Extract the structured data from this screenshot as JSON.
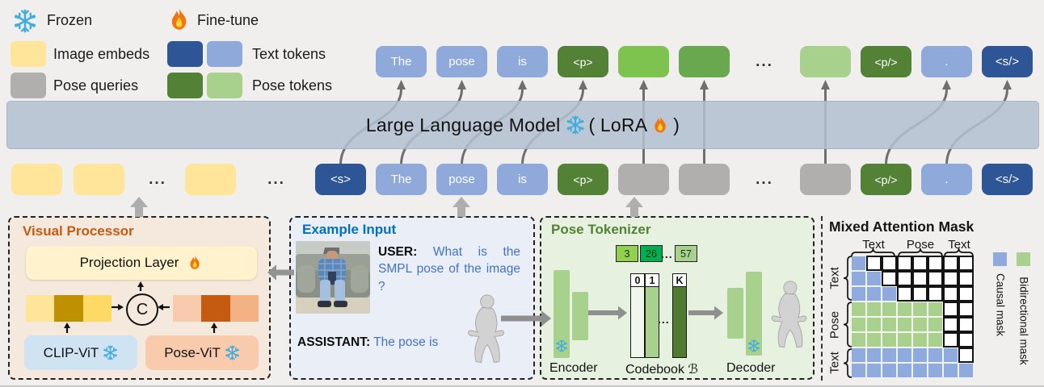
{
  "legend": {
    "frozen_label": "Frozen",
    "finetune_label": "Fine-tune",
    "rows": [
      {
        "swatches": [
          "#ffe599"
        ],
        "label": "Image embeds"
      },
      {
        "swatches": [
          "#b1aeae"
        ],
        "label": "Pose queries"
      },
      {
        "swatches": [
          "#2e5596",
          "#8ea9da"
        ],
        "label": "Text tokens"
      },
      {
        "swatches": [
          "#538135",
          "#a9d18e"
        ],
        "label": "Pose tokens"
      }
    ]
  },
  "llm": {
    "title": "Large Language Model",
    "lora_prefix": "( LoRA",
    "lora_suffix": ")"
  },
  "top_row": {
    "tokens": [
      {
        "type": "text-light",
        "label": "The"
      },
      {
        "type": "text-light",
        "label": "pose"
      },
      {
        "type": "text-light",
        "label": "is"
      },
      {
        "type": "tag-green",
        "label": "<p>"
      },
      {
        "type": "pose-bright",
        "label": ""
      },
      {
        "type": "pose-mid",
        "label": ""
      },
      {
        "type": "dots",
        "label": "..."
      },
      {
        "type": "pose-light",
        "label": ""
      },
      {
        "type": "tag-green",
        "label": "<p/>"
      },
      {
        "type": "text-light",
        "label": "."
      },
      {
        "type": "text-dark",
        "label": "<s/>"
      }
    ]
  },
  "bottom_row": {
    "tokens": [
      {
        "type": "image",
        "label": ""
      },
      {
        "type": "image",
        "label": ""
      },
      {
        "type": "dots",
        "label": "..."
      },
      {
        "type": "image",
        "label": ""
      },
      {
        "type": "dots",
        "label": "..."
      },
      {
        "type": "text-dark",
        "label": "<s>"
      },
      {
        "type": "text-light",
        "label": "The"
      },
      {
        "type": "text-light",
        "label": "pose"
      },
      {
        "type": "text-light",
        "label": "is"
      },
      {
        "type": "tag-green",
        "label": "<p>"
      },
      {
        "type": "query",
        "label": ""
      },
      {
        "type": "query",
        "label": ""
      },
      {
        "type": "dots",
        "label": "..."
      },
      {
        "type": "query",
        "label": ""
      },
      {
        "type": "tag-green",
        "label": "<p/>"
      },
      {
        "type": "text-light",
        "label": "."
      },
      {
        "type": "text-dark",
        "label": "<s/>"
      }
    ]
  },
  "flow": {
    "next_token_curves": [
      [
        0,
        1
      ],
      [
        1,
        2
      ],
      [
        2,
        3
      ],
      [
        3,
        4
      ],
      [
        9,
        10
      ],
      [
        10,
        11
      ]
    ],
    "direct_lines": [
      5,
      6,
      8
    ]
  },
  "visual_processor": {
    "title": "Visual Processor",
    "projection_label": "Projection Layer",
    "concat_label": "C",
    "clip_label": "CLIP-ViT",
    "pose_vit_label": "Pose-ViT",
    "embed_strips": {
      "clip": [
        "#ffe599",
        "#bf9000",
        "#ffd966"
      ],
      "pose": [
        "#f8cbad",
        "#c55a11",
        "#f4b183"
      ]
    }
  },
  "example_input": {
    "title": "Example Input",
    "user_label": "USER:",
    "user_text": "What is the SMPL pose of the image ?",
    "assistant_label": "ASSISTANT:",
    "assistant_text": "The pose is"
  },
  "pose_tokenizer": {
    "title": "Pose Tokenizer",
    "sample_tokens": [
      {
        "label": "3",
        "color": "#92d050"
      },
      {
        "label": "26",
        "color": "#00b050"
      },
      {
        "label": "57",
        "color": "#a9d18e"
      }
    ],
    "sample_dots": "...",
    "codebook_cols": [
      {
        "header": "0",
        "color": "#f1f6ec"
      },
      {
        "header": "1",
        "color": "#a9d18e"
      },
      {
        "header": "K",
        "color": "#4f7c30"
      }
    ],
    "codebook_dots": "...",
    "encoder_label": "Encoder",
    "codebook_label": "Codebook ℬ",
    "decoder_label": "Decoder"
  },
  "attention_mask": {
    "title": "Mixed Attention Mask",
    "col_groups": [
      "Text",
      "Pose",
      "Text"
    ],
    "row_groups": [
      "Text",
      "Pose",
      "Text"
    ],
    "grid": [
      "BWWWWWWW",
      "BBWWWWWW",
      "BBBWWWWW",
      "GGGGGGWW",
      "GGGGGGWW",
      "GGGGGGWW",
      "BBBBBBBW",
      "BBBBBBBB"
    ],
    "colors": {
      "B": "#8faadc",
      "G": "#a9d08d",
      "W": "#ffffff"
    },
    "legend": [
      {
        "color": "#8faadc",
        "label": "Causal mask"
      },
      {
        "color": "#a9d08d",
        "label": "Bidirectional mask"
      }
    ]
  }
}
